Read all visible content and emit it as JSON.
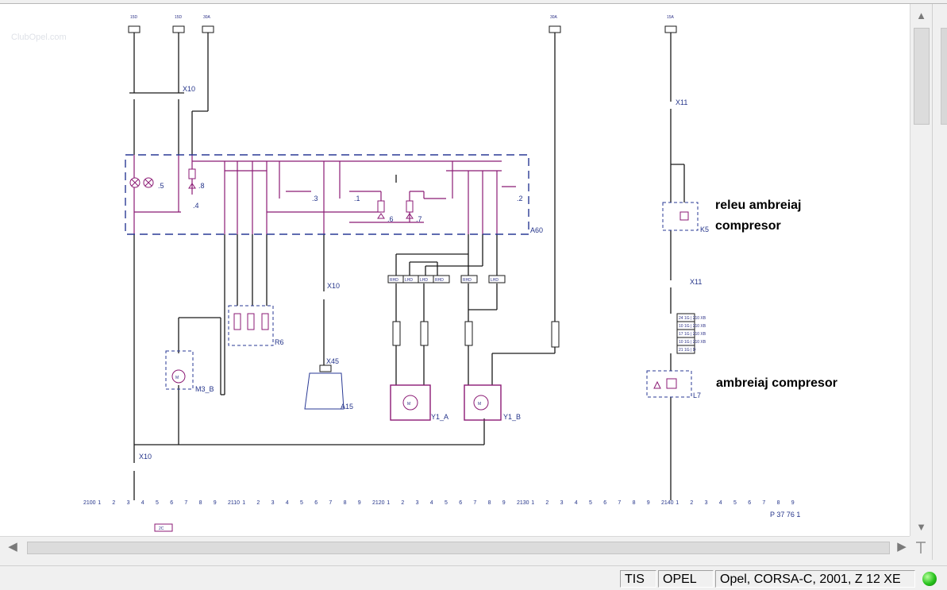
{
  "watermark": "ClubOpel.com",
  "diagram": {
    "labels": {
      "x10_top": "X10",
      "x10_mid": "X10",
      "x10_bottom": "X10",
      "x11_top": "X11",
      "x11_bottom": "X11",
      "a60": "A60",
      "k5": "K5",
      "l7": "L7",
      "r6": "R6",
      "m3b": "M3_B",
      "x45": "X45",
      "a15": "A15",
      "y1a": "Y1_A",
      "y1b": "Y1_B",
      "p5": ".5",
      "p8": ".8",
      "p4": ".4",
      "p3": ".3",
      "p1": ".1",
      "p6": ".6",
      "p7": ".7",
      "p2": ".2",
      "drawing_number": "P 37 76 1",
      "part_code": "2C"
    },
    "annotations": {
      "relay_line1": "releu ambreiaj",
      "relay_line2": "compresor",
      "clutch": "ambreiaj compresor"
    },
    "scale_ticks": [
      "2100",
      "1",
      "2",
      "3",
      "4",
      "5",
      "6",
      "7",
      "8",
      "9",
      "2110",
      "1",
      "2",
      "3",
      "4",
      "5",
      "6",
      "7",
      "8",
      "9",
      "2120",
      "1",
      "2",
      "3",
      "4",
      "5",
      "6",
      "7",
      "8",
      "9",
      "2130",
      "1",
      "2",
      "3",
      "4",
      "5",
      "6",
      "7",
      "8",
      "9",
      "2140",
      "1",
      "2",
      "3",
      "4",
      "5",
      "6",
      "7",
      "8",
      "9"
    ],
    "fuse_codes": {
      "f1": "15D",
      "f2": "15D",
      "f3": "30A",
      "f4": "30A",
      "f5": "15A"
    },
    "connector_codes": [
      "RHD",
      "LHD",
      "LHD",
      "RHD",
      "RHD",
      "LHD"
    ],
    "k5_table": [
      "24 1G | 210 XB",
      "10 1G | 210 XB",
      "17 1G | 210 XB",
      "10 1G | 210 XB",
      "21 1G | D"
    ]
  },
  "statusbar": {
    "source": "TIS",
    "make": "OPEL",
    "vehicle": "Opel, CORSA-C, 2001, Z 12 XE",
    "status_color": "#27c21c"
  },
  "scrollbars": {
    "up_arrow": "▲",
    "down_arrow": "▼",
    "left_arrow": "◀",
    "right_arrow": "▶"
  }
}
